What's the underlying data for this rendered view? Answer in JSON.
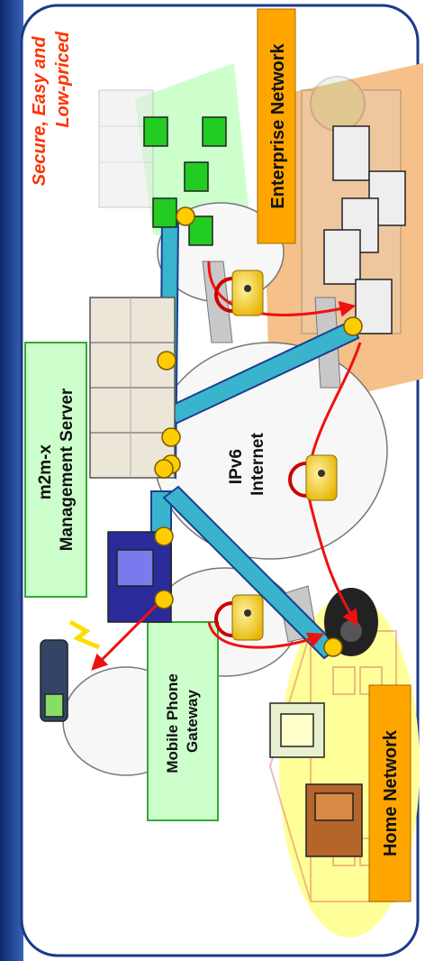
{
  "header": {
    "title": "",
    "text_color": "#ffffff"
  },
  "diagram": {
    "tagline": [
      "Secure, Easy and",
      "Low-priced"
    ],
    "server_label": [
      "m2m-x",
      "Management Server"
    ],
    "internet_label": [
      "IPv6",
      "Internet"
    ],
    "enterprise_label": "Enterprise Network",
    "home_label": "Home Network",
    "gateway_label": [
      "Mobile Phone",
      "Gateway"
    ]
  },
  "colors": {
    "banner_dark": "#0d2a6e",
    "banner_light": "#3a62b6",
    "label_box": "#ffa500",
    "server_box": "#ccffcc",
    "server_box_border": "#33aa33",
    "home_area": "#ffff99",
    "enterprise_area": "#f5c08a",
    "enterprise_green": "#ccffcc",
    "tunnel": "#3ab3cc",
    "tunnel_edge": "#1a3f8f",
    "arrow": "#ee1111",
    "lock_gold": "#ffcc00",
    "tagline": "#ff3300"
  },
  "icons": [
    "lock-icon",
    "key-icon",
    "server-rack-icon",
    "pc-icon",
    "camera-icon",
    "mobile-phone-icon",
    "router-icon",
    "door-icon",
    "house-icon",
    "building-icon",
    "cloud-icon"
  ]
}
